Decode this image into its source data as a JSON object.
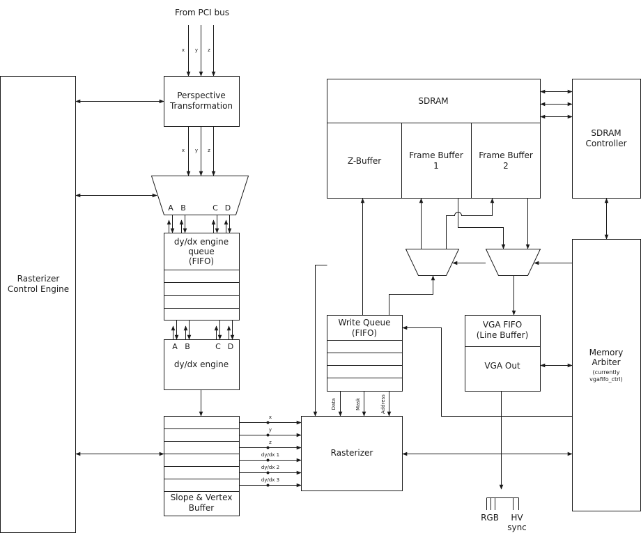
{
  "source": {
    "label": "From PCI bus"
  },
  "coords": {
    "x": "x",
    "y": "y",
    "z": "z"
  },
  "blocks": {
    "perspective": {
      "line1": "Perspective",
      "line2": "Transformation"
    },
    "rasterizer_control": {
      "line1": "Rasterizer",
      "line2": "Control Engine"
    },
    "mux_ports": [
      "A",
      "B",
      "C",
      "D"
    ],
    "dydx_queue": {
      "line1": "dy/dx engine",
      "line2": "queue",
      "line3": "(FIFO)"
    },
    "dydx_engine": {
      "label": "dy/dx engine",
      "ports": [
        "A",
        "B",
        "C",
        "D"
      ]
    },
    "slope_buffer": {
      "line1": "Slope & Vertex",
      "line2": "Buffer"
    },
    "bus_signals": [
      "x",
      "y",
      "z",
      "dy/dx 1",
      "dy/dx 2",
      "dy/dx 3"
    ],
    "rasterizer": {
      "label": "Rasterizer"
    },
    "write_queue": {
      "line1": "Write Queue",
      "line2": "(FIFO)",
      "signals": [
        "Data",
        "Mask",
        "Address"
      ]
    },
    "sdram": {
      "label": "SDRAM"
    },
    "zbuffer": {
      "label": "Z-Buffer"
    },
    "frame_buffer_1": {
      "line1": "Frame Buffer",
      "line2": "1"
    },
    "frame_buffer_2": {
      "line1": "Frame Buffer",
      "line2": "2"
    },
    "sdram_controller": {
      "line1": "SDRAM",
      "line2": "Controller"
    },
    "vga_fifo": {
      "line1": "VGA FIFO",
      "line2": "(Line Buffer)"
    },
    "vga_out": {
      "label": "VGA Out"
    },
    "memory_arbiter": {
      "line1": "Memory",
      "line2": "Arbiter",
      "line3": "(currently",
      "line4": "vgafifo_ctrl)"
    },
    "outputs": {
      "rgb": "RGB",
      "hv_line1": "HV",
      "hv_line2": "sync"
    }
  },
  "colors": {
    "line": "#1a1a1a",
    "background": "#ffffff"
  }
}
